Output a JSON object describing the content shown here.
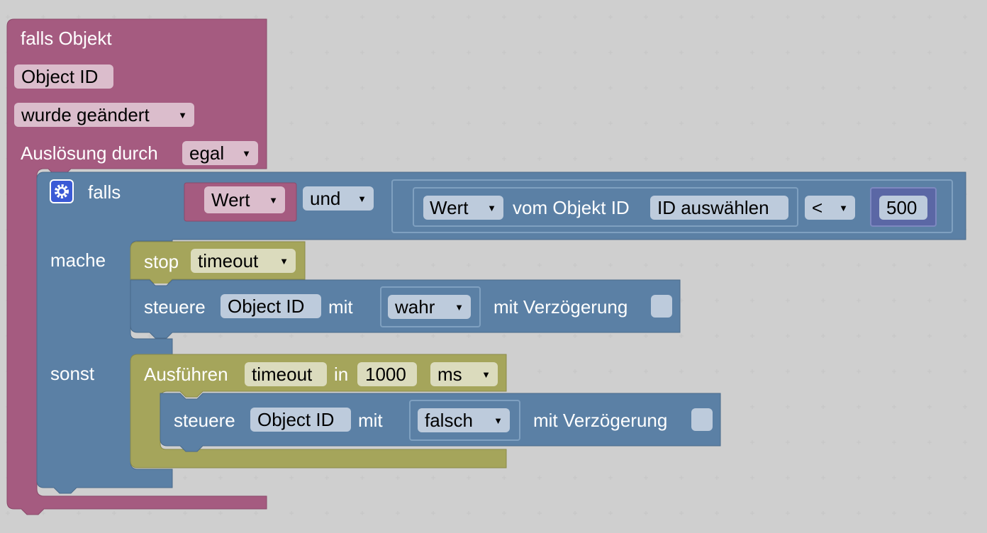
{
  "trigger": {
    "title": "falls Objekt",
    "object_id": "Object ID",
    "condition": "wurde geändert",
    "by_label": "Auslösung durch",
    "by_value": "egal"
  },
  "if_block": {
    "if_label": "falls",
    "do_label": "mache",
    "else_label": "sonst",
    "cond": {
      "left_value": "Wert",
      "operator": "und",
      "get_prop": "Wert",
      "from_label": "vom Objekt ID",
      "id_select": "ID auswählen",
      "compare": "<",
      "number": "500"
    }
  },
  "stop": {
    "label": "stop",
    "value": "timeout"
  },
  "control_true": {
    "label": "steuere",
    "object_id": "Object ID",
    "with_label": "mit",
    "value": "wahr",
    "delay_label": "mit Verzögerung"
  },
  "timeout": {
    "label": "Ausführen",
    "name": "timeout",
    "in_label": "in",
    "amount": "1000",
    "unit": "ms"
  },
  "control_false": {
    "label": "steuere",
    "object_id": "Object ID",
    "with_label": "mit",
    "value": "falsch",
    "delay_label": "mit Verzögerung"
  },
  "colors": {
    "trigger": "#a55b80",
    "trigger_field": "#dbbdcc",
    "logic": "#5b80a5",
    "logic_field": "#bdcbdc",
    "timer": "#a5a55b",
    "timer_field": "#dbdbbd",
    "number": "#5b67a5"
  },
  "icons": {
    "settings": "gear-icon"
  }
}
